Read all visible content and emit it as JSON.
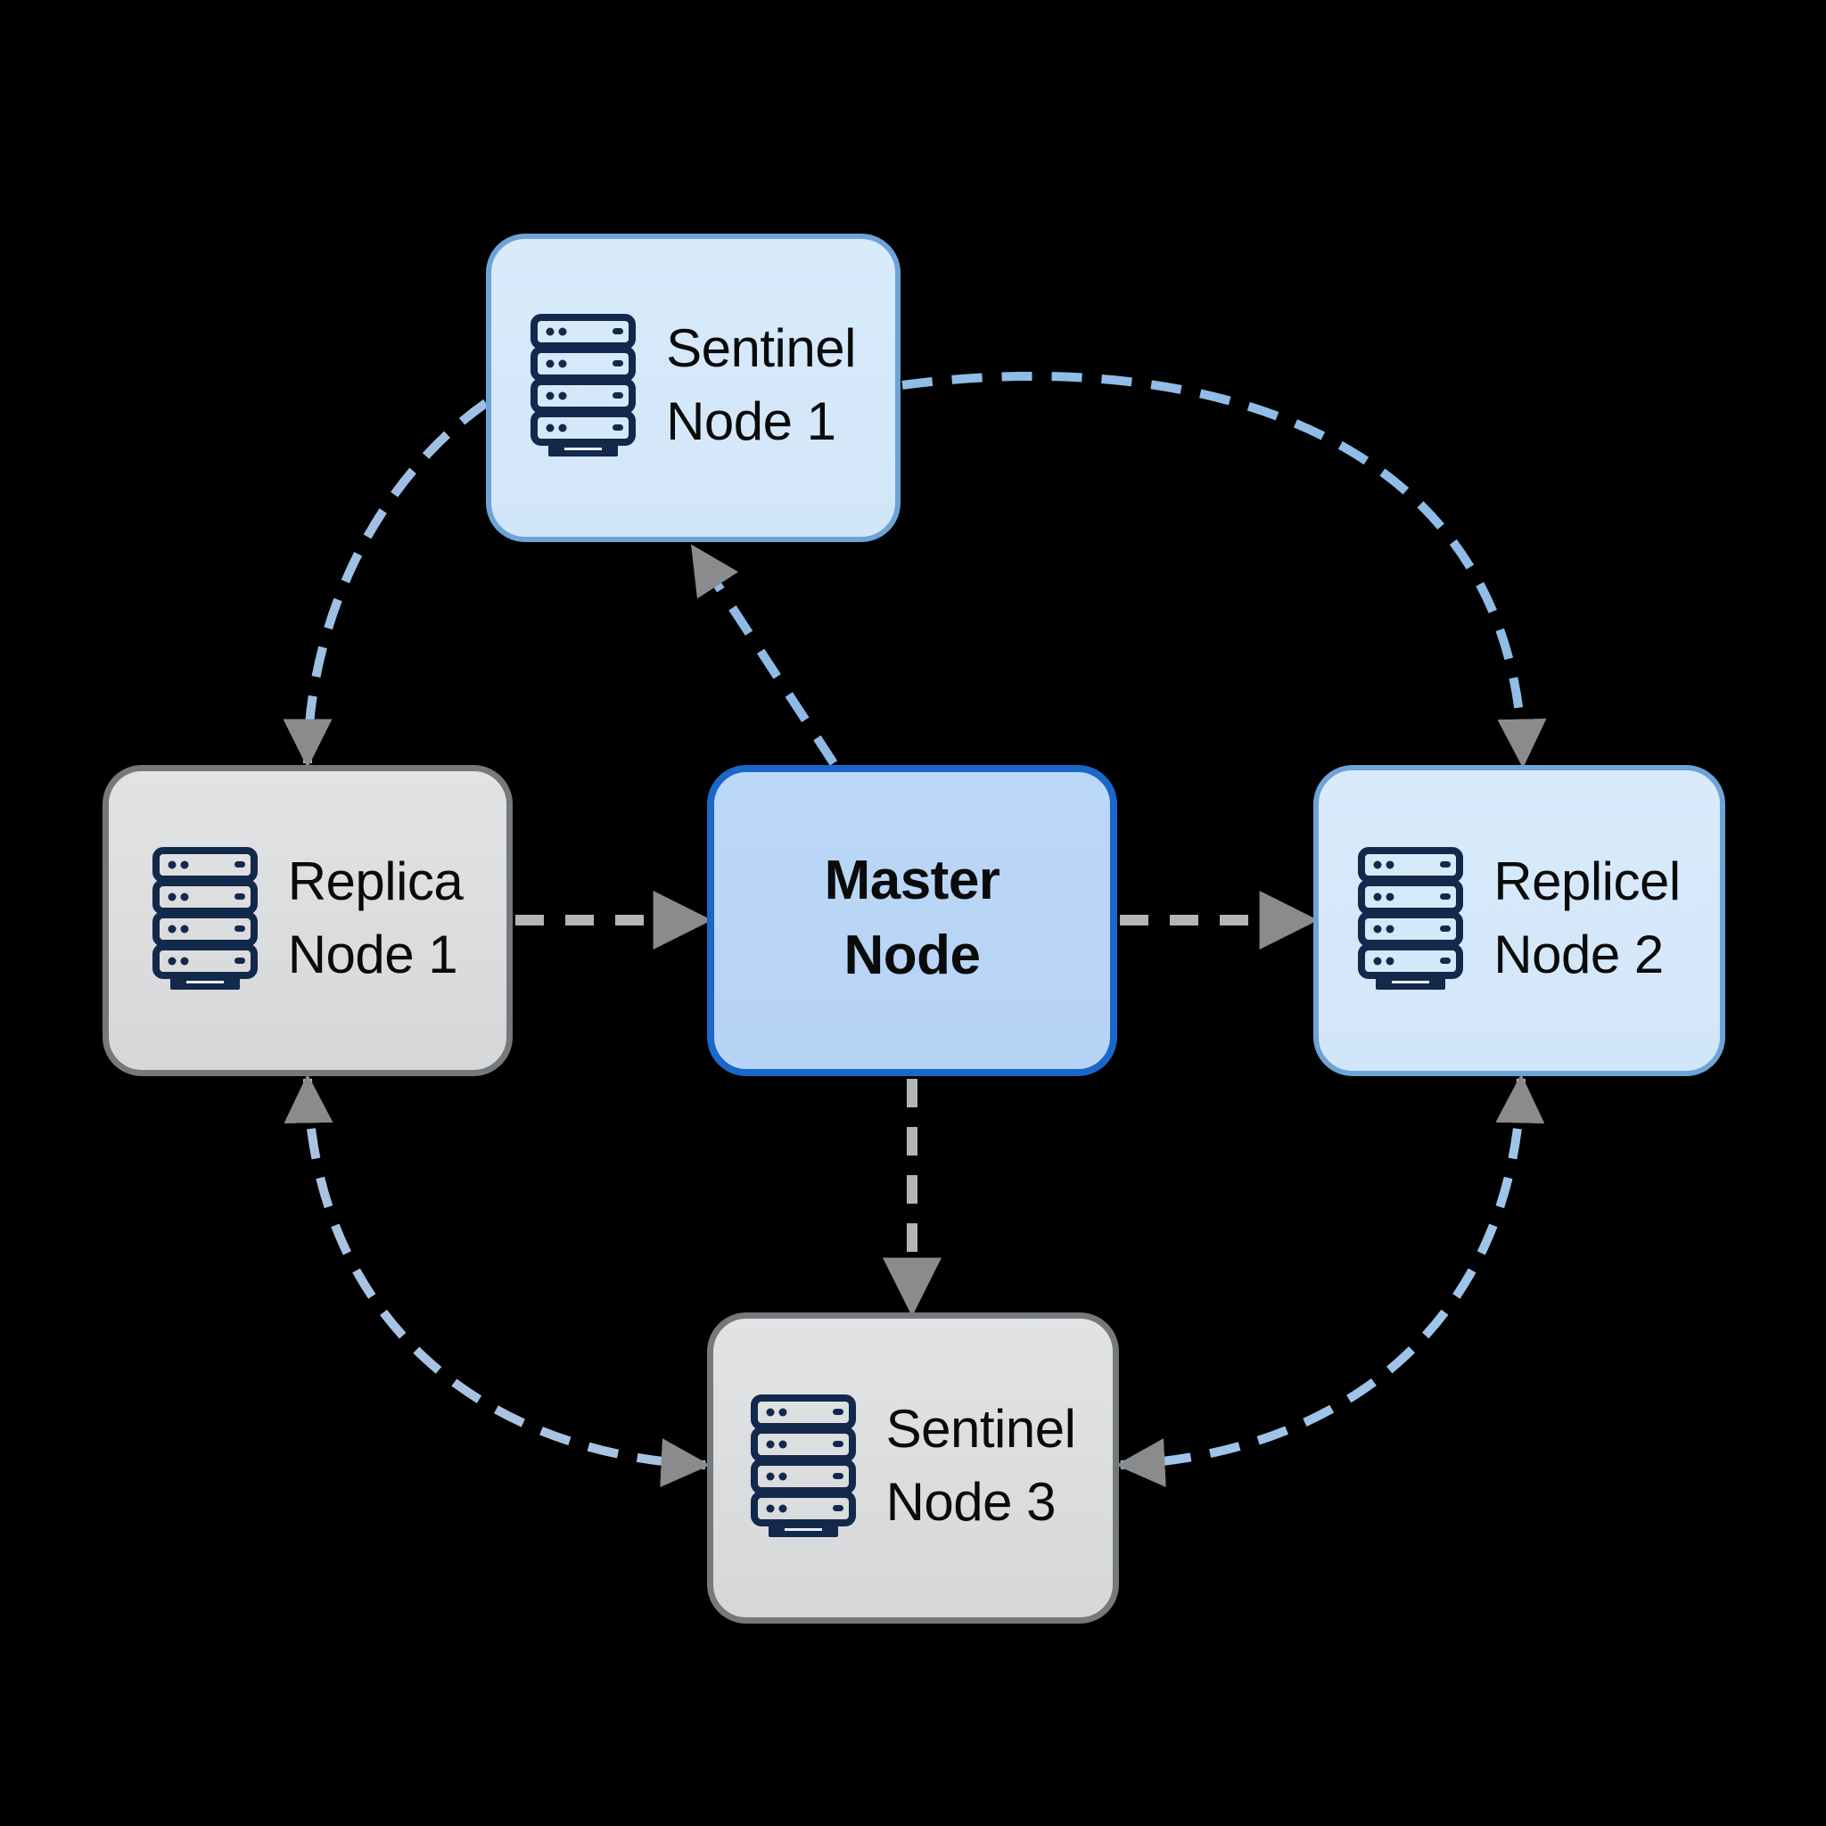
{
  "diagram": {
    "type": "sentinel-replication-topology",
    "colors": {
      "background": "#000000",
      "master_border": "#1b66c9",
      "master_fill": "#b9d6f7",
      "sentinel_border": "#6ea3d6",
      "sentinel_fill": "#d6e9fa",
      "gray_border": "#76797b",
      "gray_fill": "#dcdddf",
      "link_blue": "#8fb9e6",
      "link_gray": "#b3b5b6",
      "arrowhead": "#8a8b8c",
      "icon": "#13294b"
    },
    "nodes": [
      {
        "id": "sentinel1",
        "line1": "Sentinel",
        "line2": "Node 1",
        "icon": "server-icon",
        "style": "blue-light"
      },
      {
        "id": "replica1",
        "line1": "Replica",
        "line2": "Node 1",
        "icon": "server-icon",
        "style": "gray"
      },
      {
        "id": "master",
        "line1": "Master",
        "line2": "Node",
        "icon": null,
        "style": "master"
      },
      {
        "id": "replica2",
        "line1": "Replicel",
        "line2": "Node 2",
        "icon": "server-icon",
        "style": "blue-light"
      },
      {
        "id": "sentinel3",
        "line1": "Sentinel",
        "line2": "Node 3",
        "icon": "server-icon",
        "style": "gray"
      }
    ],
    "edges": [
      {
        "from": "master",
        "to": "sentinel1",
        "style": "dashed",
        "color": "blue",
        "arrow": "end"
      },
      {
        "from": "sentinel1",
        "to": "replica1",
        "style": "dashed",
        "color": "blue",
        "arrow": "end",
        "shape": "curved"
      },
      {
        "from": "sentinel1",
        "to": "replica2",
        "style": "dashed",
        "color": "blue",
        "arrow": "end",
        "shape": "curved"
      },
      {
        "from": "replica1",
        "to": "master",
        "style": "dashed",
        "color": "gray",
        "arrow": "end"
      },
      {
        "from": "master",
        "to": "replica2",
        "style": "dashed",
        "color": "gray",
        "arrow": "end"
      },
      {
        "from": "master",
        "to": "sentinel3",
        "style": "dashed",
        "color": "gray",
        "arrow": "end"
      },
      {
        "from": "replica1",
        "to": "sentinel3",
        "style": "dashed",
        "color": "blue",
        "arrow": "both",
        "shape": "curved"
      },
      {
        "from": "replica2",
        "to": "sentinel3",
        "style": "dashed",
        "color": "blue",
        "arrow": "both",
        "shape": "curved"
      }
    ]
  }
}
